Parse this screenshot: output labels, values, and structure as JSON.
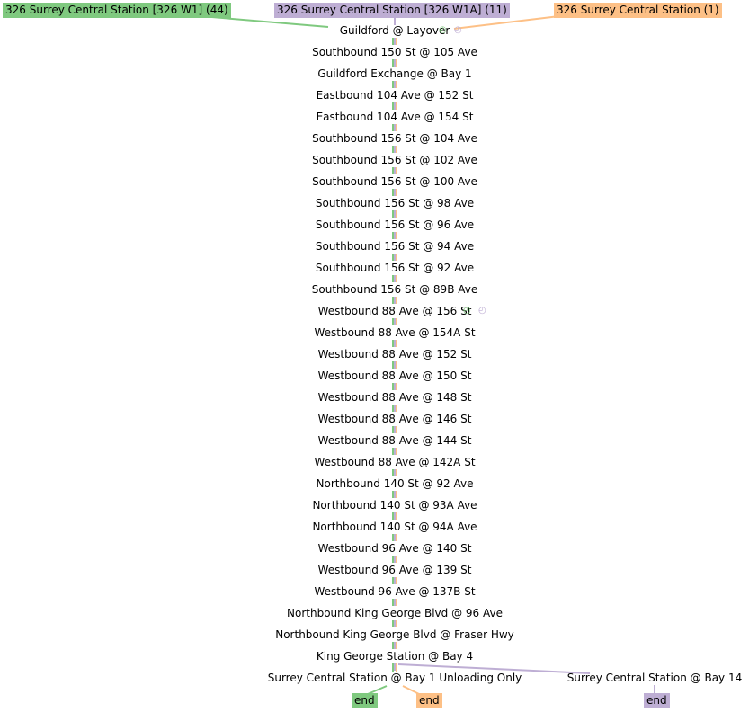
{
  "colors": {
    "route_a": "#7fc97f",
    "route_b": "#beaed4",
    "route_c": "#fdc086"
  },
  "routes": [
    {
      "label": "326 Surrey Central Station [326 W1] (44)"
    },
    {
      "label": "326 Surrey Central Station [326 W1A] (11)"
    },
    {
      "label": "326 Surrey Central Station (1)"
    }
  ],
  "stops": [
    "Guildford @ Layover",
    "Southbound 150 St @ 105 Ave",
    "Guildford Exchange @ Bay 1",
    "Eastbound 104 Ave @ 152 St",
    "Eastbound 104 Ave @ 154 St",
    "Southbound 156 St @ 104 Ave",
    "Southbound 156 St @ 102 Ave",
    "Southbound 156 St @ 100 Ave",
    "Southbound 156 St @ 98 Ave",
    "Southbound 156 St @ 96 Ave",
    "Southbound 156 St @ 94 Ave",
    "Southbound 156 St @ 92 Ave",
    "Southbound 156 St @ 89B Ave",
    "Westbound 88 Ave @ 156 St",
    "Westbound 88 Ave @ 154A St",
    "Westbound 88 Ave @ 152 St",
    "Westbound 88 Ave @ 150 St",
    "Westbound 88 Ave @ 148 St",
    "Westbound 88 Ave @ 146 St",
    "Westbound 88 Ave @ 144 St",
    "Westbound 88 Ave @ 142A St",
    "Northbound 140 St @ 92 Ave",
    "Northbound 140 St @ 93A Ave",
    "Northbound 140 St @ 94A Ave",
    "Westbound 96 Ave @ 140 St",
    "Westbound 96 Ave @ 139 St",
    "Westbound 96 Ave @ 137B St",
    "Northbound King George Blvd @ 96 Ave",
    "Northbound King George Blvd @ Fraser Hwy",
    "King George Station @ Bay 4"
  ],
  "terminals": [
    {
      "label": "Surrey Central Station @ Bay 1 Unloading Only"
    },
    {
      "label": "Surrey Central Station @ Bay 14"
    }
  ],
  "ends": [
    {
      "label": "end"
    },
    {
      "label": "end"
    },
    {
      "label": "end"
    }
  ],
  "icons": {
    "timepoint": "clock-icon",
    "timepoint_glyph": "◴"
  }
}
